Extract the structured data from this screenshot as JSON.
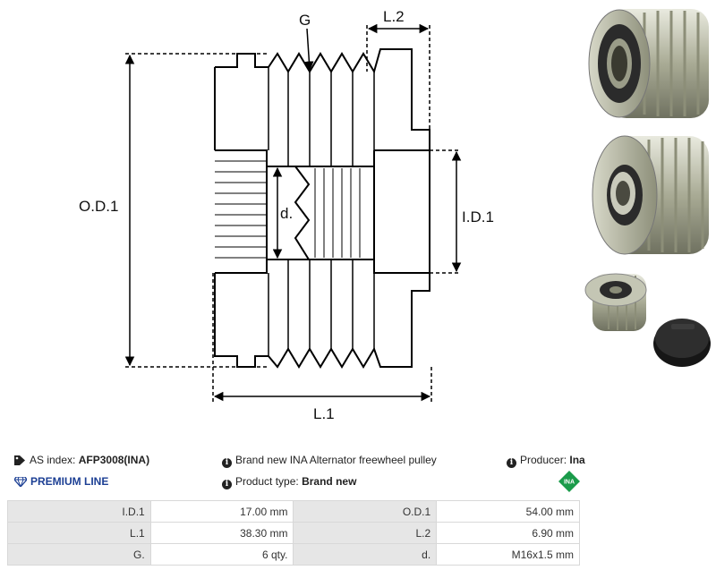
{
  "diagram": {
    "label_g": "G",
    "label_l2": "L.2",
    "label_od1": "O.D.1",
    "label_id1": "I.D.1",
    "label_d": "d.",
    "label_l1": "L.1"
  },
  "info": {
    "as_index_label": "AS index:",
    "as_index_value": "AFP3008(INA)",
    "premium_line": "PREMIUM LINE",
    "description": "Brand new INA Alternator freewheel pulley",
    "product_type_label": "Product type:",
    "product_type_value": "Brand new",
    "producer_label": "Producer:",
    "producer_value": "Ina",
    "logo_text": "INA"
  },
  "specs": [
    [
      "I.D.1",
      "17.00 mm",
      "O.D.1",
      "54.00 mm"
    ],
    [
      "L.1",
      "38.30 mm",
      "L.2",
      "6.90 mm"
    ],
    [
      "G.",
      "6 qty.",
      "d.",
      "M16x1.5 mm"
    ]
  ],
  "colors": {
    "premium_blue": "#1c3f94",
    "logo_green": "#1a9b4a"
  }
}
